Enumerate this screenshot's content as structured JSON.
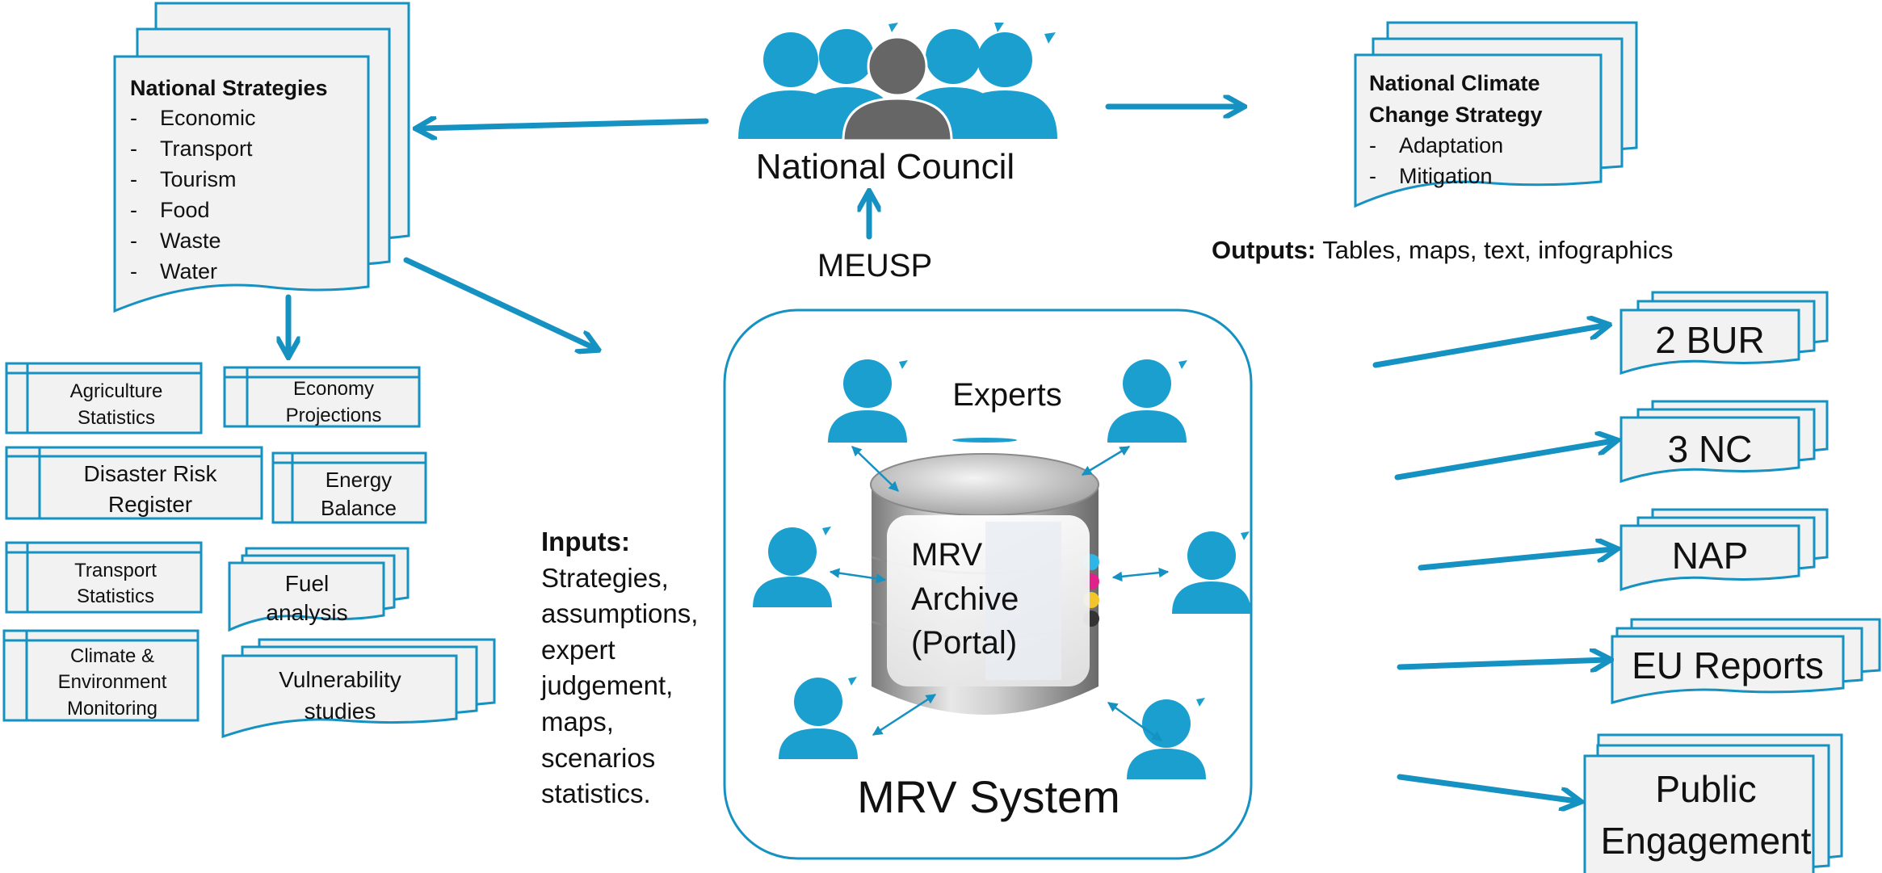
{
  "colors": {
    "accent": "#1591c2",
    "person": "#1a9fcf",
    "grey_person": "#666666",
    "paper": "#f2f2f2"
  },
  "national_strategies": {
    "title": "National Strategies",
    "items": [
      "Economic",
      "Transport",
      "Tourism",
      "Food",
      "Waste",
      "Water"
    ]
  },
  "national_council": {
    "label": "National Council",
    "subtitle": "MEUSP"
  },
  "climate_strategy": {
    "title_line1": "National Climate",
    "title_line2": "Change Strategy",
    "items": [
      "Adaptation",
      "Mitigation"
    ]
  },
  "outputs": {
    "label": "Outputs:",
    "text": "Tables, maps, text, infographics"
  },
  "data_sources": {
    "agriculture": [
      "Agriculture",
      "Statistics"
    ],
    "economy": [
      "Economy",
      "Projections"
    ],
    "disaster": [
      "Disaster Risk",
      "Register"
    ],
    "energy": [
      "Energy",
      "Balance"
    ],
    "transport": [
      "Transport",
      "Statistics"
    ],
    "fuel": [
      "Fuel",
      "analysis"
    ],
    "climate": [
      "Climate &",
      "Environment",
      "Monitoring"
    ],
    "vulnerability": [
      "Vulnerability",
      "studies"
    ]
  },
  "inputs": {
    "label": "Inputs:",
    "lines": [
      "Strategies,",
      "assumptions,",
      "expert",
      "judgement,",
      "maps,",
      "scenarios",
      "statistics."
    ]
  },
  "mrv": {
    "experts_label": "Experts",
    "archive_lines": [
      "MRV",
      "Archive",
      "(Portal)"
    ],
    "system_label": "MRV System"
  },
  "reports": [
    "2 BUR",
    "3 NC",
    "NAP",
    "EU Reports"
  ],
  "public_engagement": [
    "Public",
    "Engagement"
  ]
}
